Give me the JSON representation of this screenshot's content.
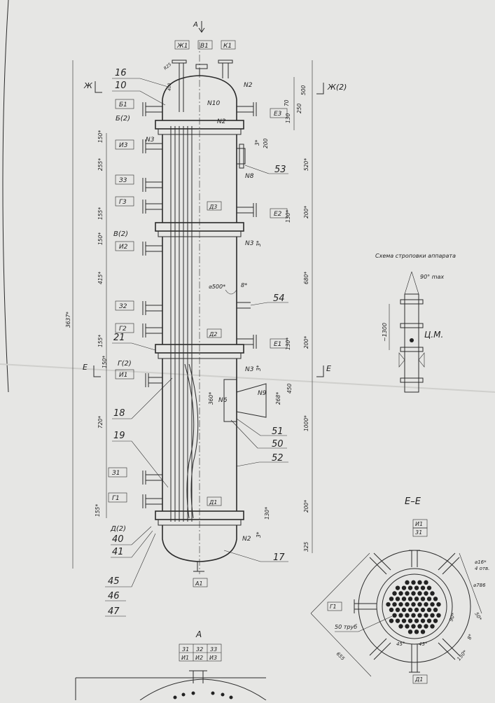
{
  "nozzles_top": [
    "Ж1",
    "В1",
    "К1"
  ],
  "view_marks": {
    "a": "А",
    "zh": "Ж",
    "zh_right": "Ж(2)",
    "e": "Е"
  },
  "nozzle_labels": {
    "b1": "Б1",
    "i3": "И3",
    "z3": "З3",
    "g3": "Г3",
    "i2": "И2",
    "z2": "З2",
    "g2": "Г2",
    "i1": "И1",
    "z1": "З1",
    "g1": "Г1",
    "e3": "Е3",
    "e2": "Е2",
    "e1": "Е1",
    "d3": "Д3",
    "d2": "Д2",
    "d1": "Д1",
    "a1": "А1"
  },
  "flange_labels": {
    "b2": "Б(2)",
    "v2": "В(2)",
    "g2x": "Г(2)",
    "d2x": "Д(2)"
  },
  "weld_labels": [
    "N2",
    "N10",
    "N2",
    "N3",
    "N8",
    "N3",
    "N3",
    "N9",
    "N6",
    "N2"
  ],
  "leaders": [
    "16",
    "10",
    "53",
    "21",
    "18",
    "19",
    "40",
    "41",
    "45",
    "46",
    "47",
    "17",
    "51",
    "50",
    "52",
    "54"
  ],
  "dims_right": [
    "500",
    "70",
    "250",
    "130",
    "200",
    "520*",
    "3*",
    "200*",
    "130*",
    "3*",
    "680*",
    "200*",
    "130*",
    "3*",
    "450",
    "268*",
    "360*",
    "1000*",
    "200*",
    "130*",
    "3*",
    "325"
  ],
  "dims_left": [
    "150*",
    "255*",
    "155*",
    "150*",
    "415*",
    "155*",
    "150*",
    "720*",
    "155*"
  ],
  "overall_height": "3637*",
  "misc_text": {
    "dia_500": "⌀500*",
    "angle_8": "8*",
    "arc_label": "R25",
    "dim_400": "400"
  },
  "slinging": {
    "title": "Схема строповки аппарата",
    "angle": "90° max",
    "dim": "~1300",
    "cm": "Ц.М."
  },
  "section_ee": {
    "title": "Е–Е",
    "labels": [
      "И1",
      "31",
      "Г1",
      "Д1"
    ],
    "notes": [
      "⌀16*",
      "4 отв.",
      "⌀786",
      "50*",
      "90*",
      "8*",
      "45°",
      "45°",
      "150*",
      "655"
    ],
    "tubes": "50 труб"
  },
  "view_a": {
    "title": "А",
    "row1": [
      "31",
      "32",
      "33"
    ],
    "row2": [
      "И1",
      "И2",
      "И3"
    ]
  }
}
